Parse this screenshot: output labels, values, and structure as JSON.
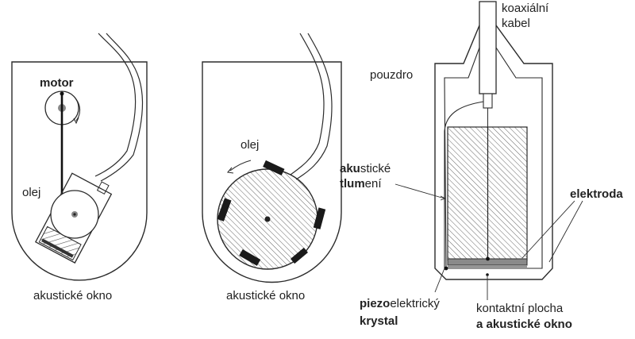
{
  "panel_left": {
    "motor_label": "motor",
    "oil_label": "olej",
    "window_label": "akustické okno"
  },
  "panel_middle": {
    "oil_label": "olej",
    "window_label": "akustické okno"
  },
  "panel_right": {
    "cable_label_line1": "koaxiální",
    "cable_label_line2": "kabel",
    "housing_label": "pouzdro",
    "damping_label_bold": "aku",
    "damping_label_rest": "stické",
    "damping_label_line2_bold": "tlum",
    "damping_label_line2_rest": "ení",
    "electrode_label": "elektroda",
    "crystal_label_bold": "piezo",
    "crystal_label_rest": "elektrický",
    "crystal_label_line2": "krystal",
    "contact_label_line1": "kontaktní plocha",
    "contact_label_line2": "a akustické okno"
  },
  "colors": {
    "line": "#2b2b2b",
    "hatch": "#555555",
    "electrode": "#8a8a8a",
    "background": "#ffffff"
  }
}
